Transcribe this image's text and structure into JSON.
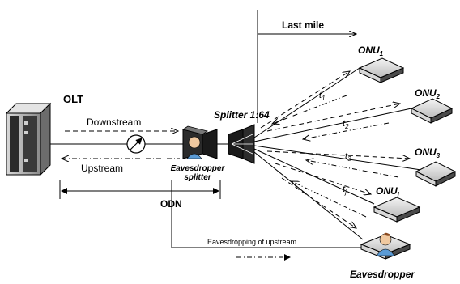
{
  "diagram": {
    "olt": {
      "label": "OLT"
    },
    "downstream": {
      "label": "Downstream"
    },
    "upstream": {
      "label": "Upstream"
    },
    "eavesdropper_splitter": {
      "label_line1": "Eavesdropper",
      "label_line2": "splitter"
    },
    "splitter": {
      "label": "Splitter 1:64"
    },
    "last_mile": {
      "label": "Last mile"
    },
    "odn": {
      "label": "ODN"
    },
    "eavesdropping_upstream": {
      "label": "Eavesdropping of upstream"
    },
    "eavesdropper": {
      "label": "Eavesdropper"
    },
    "onus": [
      {
        "name": "ONU",
        "sub": "1",
        "time": "t",
        "time_sub": "1"
      },
      {
        "name": "ONU",
        "sub": "2",
        "time": "t",
        "time_sub": "2"
      },
      {
        "name": "ONU",
        "sub": "3",
        "time": "t",
        "time_sub": "3"
      },
      {
        "name": "ONU",
        "sub": "j",
        "time": "t",
        "time_sub": "j"
      }
    ]
  }
}
